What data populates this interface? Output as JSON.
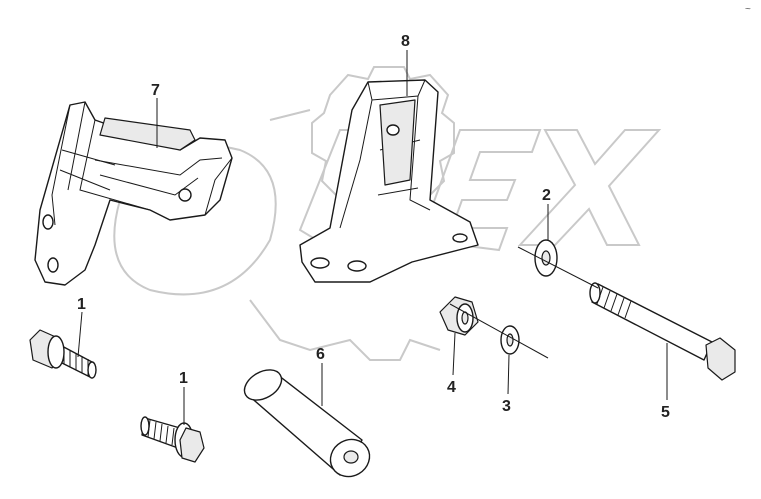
{
  "callouts": {
    "c1a": "1",
    "c1b": "1",
    "c2": "2",
    "c3": "3",
    "c4": "4",
    "c5": "5",
    "c6": "6",
    "c7": "7",
    "c8": "8"
  },
  "watermark": {
    "text": "OPEX"
  },
  "corner_mark": "~"
}
